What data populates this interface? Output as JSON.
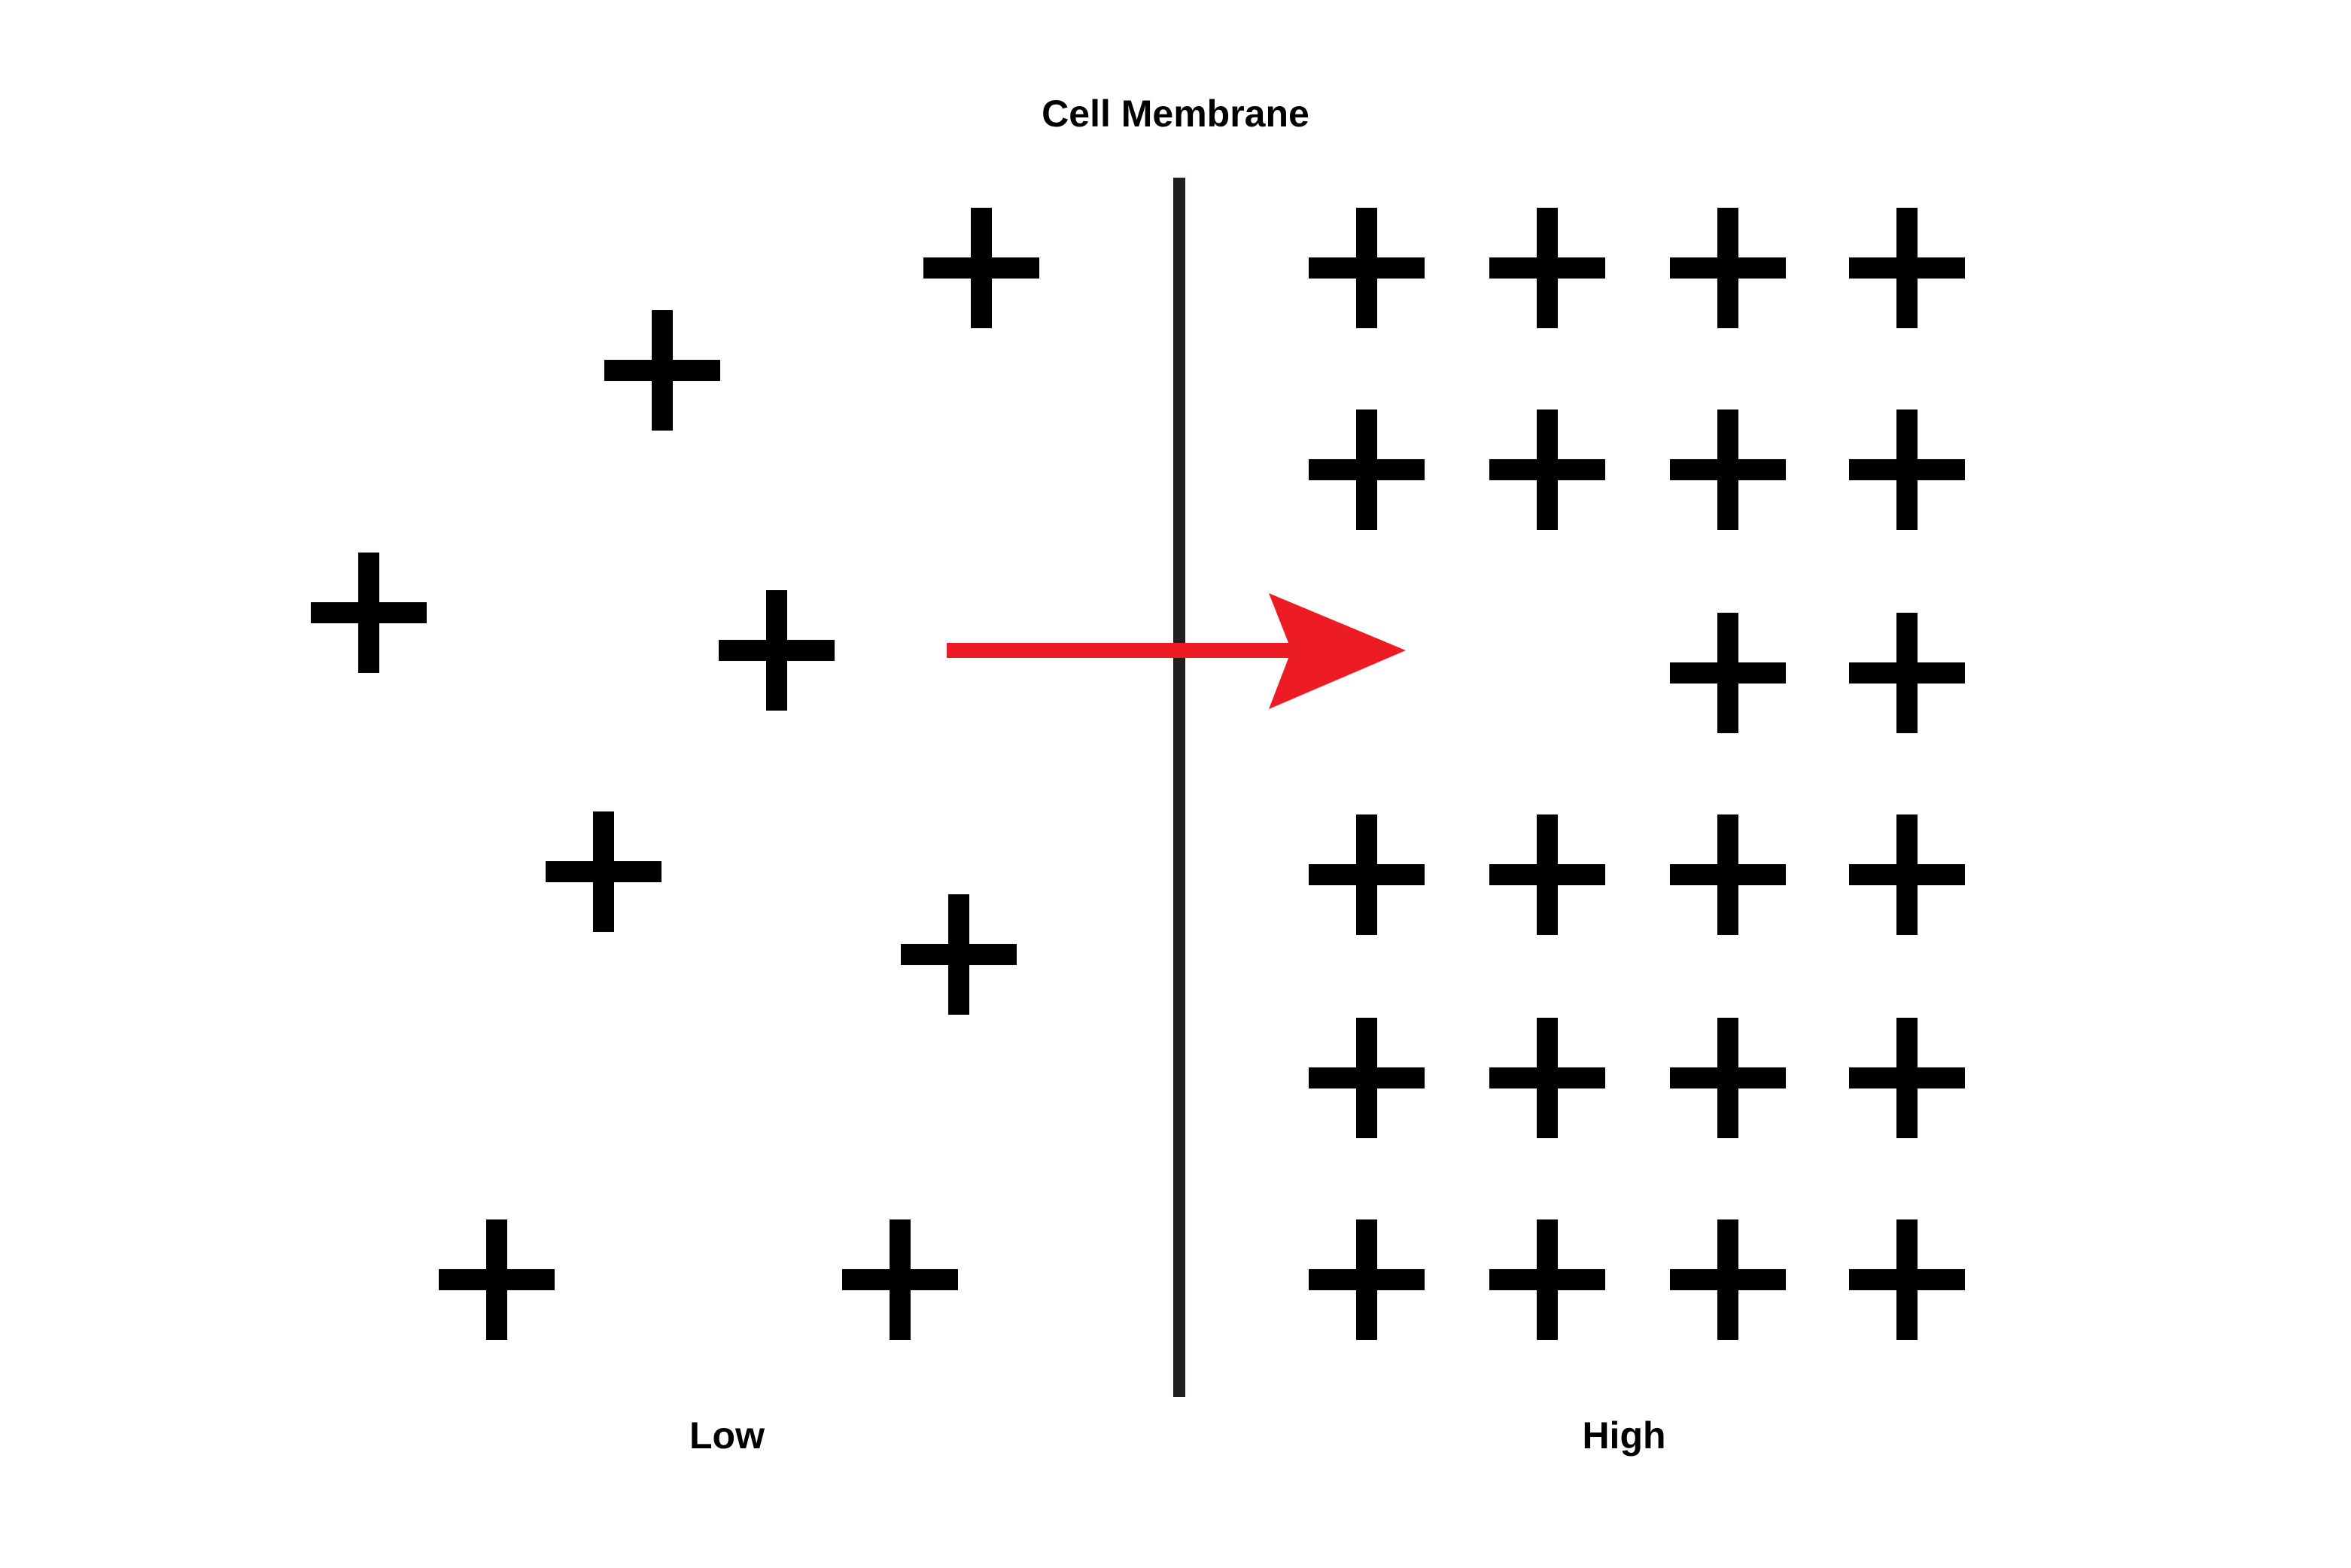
{
  "diagram": {
    "title": "Cell Membrane",
    "left_label": "Low",
    "right_label": "High",
    "particle_symbol": "plus-ion",
    "low_side_particle_count": 8,
    "high_side_particle_count": 22,
    "arrow_direction": "low-to-high",
    "colors": {
      "arrow": "#ed1c24",
      "membrane": "#231f20",
      "particles": "#000000"
    }
  }
}
